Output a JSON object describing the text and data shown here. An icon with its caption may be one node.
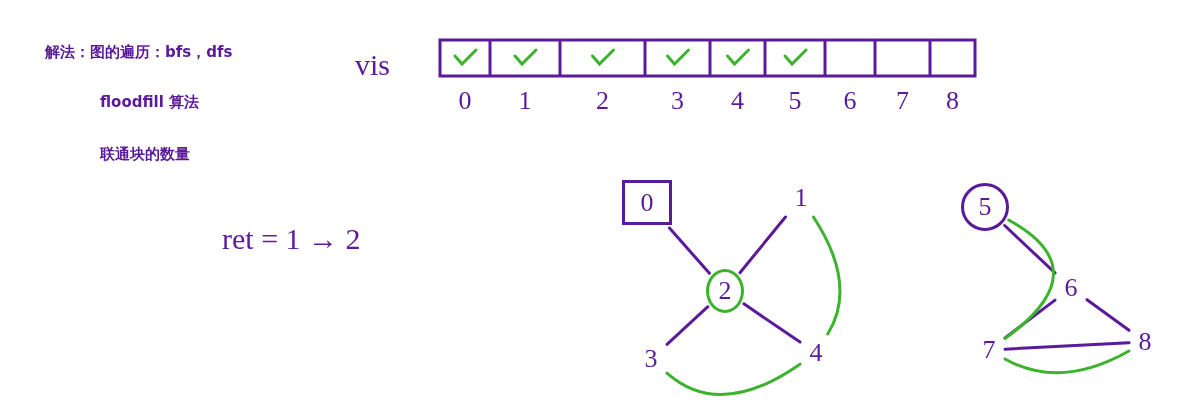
{
  "diagram": {
    "nodes": [
      {
        "text": [
          "0"
        ]
      },
      {
        "text": [
          "1"
        ]
      },
      {
        "text": [
          "2"
        ]
      },
      {
        "text": [
          "3"
        ]
      },
      {
        "text": [
          "4"
        ]
      },
      {
        "text": [
          "5"
        ]
      },
      {
        "text": [
          "6"
        ]
      },
      {
        "text": [
          "7"
        ]
      },
      {
        "text": [
          "8"
        ]
      }
    ],
    "edges": [
      {
        "from": 0,
        "to": 2,
        "arrow": "none"
      },
      {
        "from": 1,
        "to": 2,
        "arrow": "none"
      },
      {
        "from": 3,
        "to": 2,
        "arrow": "none"
      },
      {
        "from": 4,
        "to": 2,
        "arrow": "none"
      },
      {
        "from": 1,
        "to": 4,
        "arrow": "none",
        "color": "#3cb32c"
      },
      {
        "from": 4,
        "to": 3,
        "arrow": "none",
        "color": "#3cb32c"
      },
      {
        "from": 5,
        "to": 6,
        "arrow": "none"
      },
      {
        "from": 6,
        "to": 7,
        "arrow": "none"
      },
      {
        "from": 6,
        "to": 8,
        "arrow": "none"
      },
      {
        "from": 7,
        "to": 8,
        "arrow": "none"
      },
      {
        "from": 5,
        "to": 7,
        "arrow": "none",
        "color": "#3cb32c"
      },
      {
        "from": 7,
        "to": 8,
        "arrow": "none",
        "color": "#3cb32c"
      }
    ],
    "labels": [
      "解法：图的遍历：bfs，dfs",
      "floodfill 算法",
      "联通块的数量",
      "vis",
      "0",
      "1",
      "2",
      "3",
      "4",
      "5",
      "6",
      "7",
      "8",
      "ret = 1 → 2"
    ]
  }
}
